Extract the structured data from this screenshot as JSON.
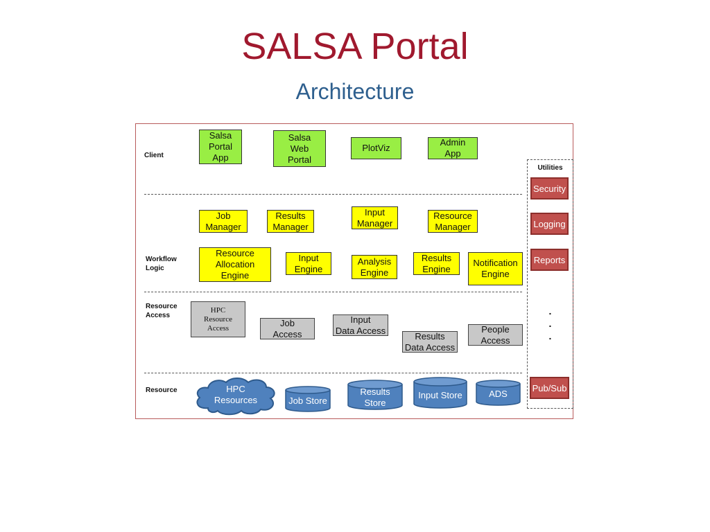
{
  "title": "SALSA Portal",
  "subtitle": "Architecture",
  "layers": {
    "client": "Client",
    "workflow": "Workflow\nLogic",
    "resource_access": "Resource\nAccess",
    "resource": "Resource"
  },
  "client_boxes": {
    "salsa_portal_app": "Salsa\nPortal\nApp",
    "salsa_web_portal": "Salsa\nWeb\nPortal",
    "plotviz": "PlotViz",
    "admin_app": "Admin\nApp"
  },
  "managers": {
    "job_manager": "Job\nManager",
    "results_manager": "Results\nManager",
    "input_manager": "Input\nManager",
    "resource_manager": "Resource\nManager"
  },
  "engines": {
    "resource_allocation": "Resource\nAllocation\nEngine",
    "input": "Input\nEngine",
    "analysis": "Analysis\nEngine",
    "results": "Results\nEngine",
    "notification": "Notification\nEngine"
  },
  "access": {
    "hpc": "HPC\nResource\nAccess",
    "job": "Job\nAccess",
    "input_data": "Input\nData Access",
    "results_data": "Results\nData Access",
    "people": "People\nAccess"
  },
  "resources": {
    "hpc": "HPC\nResources",
    "job_store": "Job Store",
    "results_store": "Results\nStore",
    "input_store": "Input Store",
    "ads": "ADS"
  },
  "utilities": {
    "title": "Utilities",
    "security": "Security",
    "logging": "Logging",
    "reports": "Reports",
    "dots": ".\n.\n.",
    "pubsub": "Pub/Sub"
  },
  "colors": {
    "title": "#a0192e",
    "subtitle": "#2e5f8e",
    "client_box": "#99ee44",
    "workflow_box": "#ffff00",
    "access_box": "#c8c8c8",
    "utility_box": "#c0504d",
    "resource_shape": "#4f81bd"
  }
}
